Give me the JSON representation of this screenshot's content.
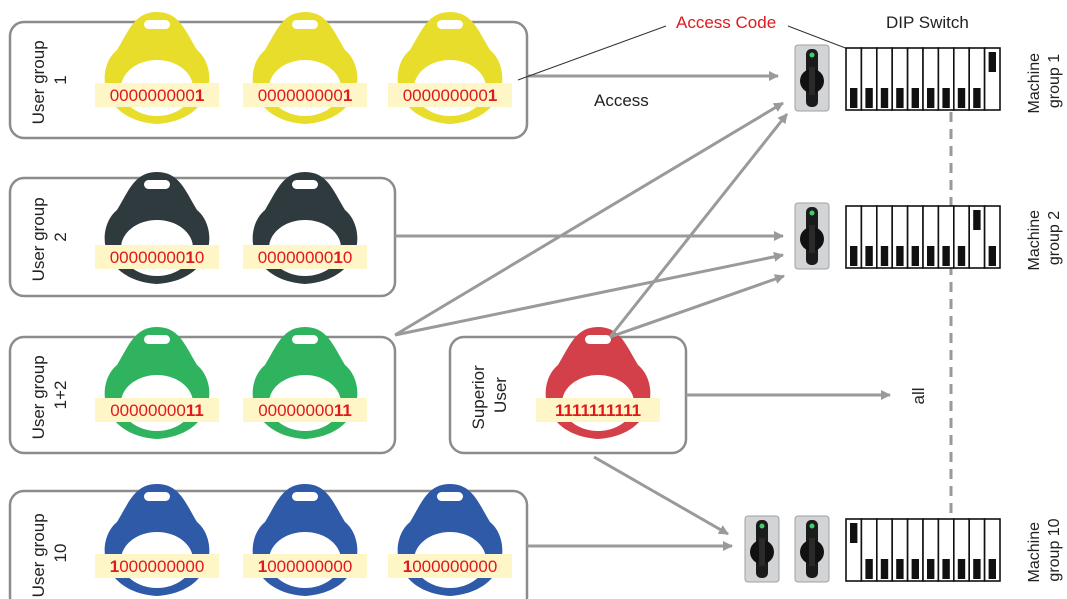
{
  "labels": {
    "access_code": "Access Code",
    "dip_switch": "DIP Switch",
    "access": "Access",
    "all": "all"
  },
  "user_groups": [
    {
      "line1": "User group",
      "line2": "1",
      "tag_color": "#e8dd2a",
      "codes": [
        "000000000",
        "000000000",
        "000000000"
      ],
      "code_suffix": "1"
    },
    {
      "line1": "User group",
      "line2": "2",
      "tag_color": "#2f3a3e",
      "codes": [
        "00000000",
        "00000000"
      ],
      "code_suffix": "1",
      "code_tail": "0"
    },
    {
      "line1": "User group",
      "line2": "1+2",
      "tag_color": "#2fb35e",
      "codes": [
        "00000000",
        "00000000"
      ],
      "code_suffix": "11"
    },
    {
      "line1": "User group",
      "line2": "10",
      "tag_color": "#2f5aa8",
      "codes": [
        "000000000",
        "000000000",
        "000000000"
      ],
      "code_prefix": "1"
    }
  ],
  "superior": {
    "line1": "Superior",
    "line2": "User",
    "tag_color": "#d4404a",
    "code": "1111111111"
  },
  "machine_groups": [
    {
      "line1": "Machine",
      "line2": "group 1",
      "dip": [
        0,
        0,
        0,
        0,
        0,
        0,
        0,
        0,
        0,
        1
      ]
    },
    {
      "line1": "Machine",
      "line2": "group 2",
      "dip": [
        0,
        0,
        0,
        0,
        0,
        0,
        0,
        0,
        1,
        0
      ]
    },
    {
      "line1": "Machine",
      "line2": "group 10",
      "dip": [
        1,
        0,
        0,
        0,
        0,
        0,
        0,
        0,
        0,
        0
      ]
    }
  ],
  "colors": {
    "arrow": "#9a9a9a",
    "box_border": "#8c8c8c",
    "code_highlight": "#fff6c8",
    "code_text": "#e0191f"
  }
}
